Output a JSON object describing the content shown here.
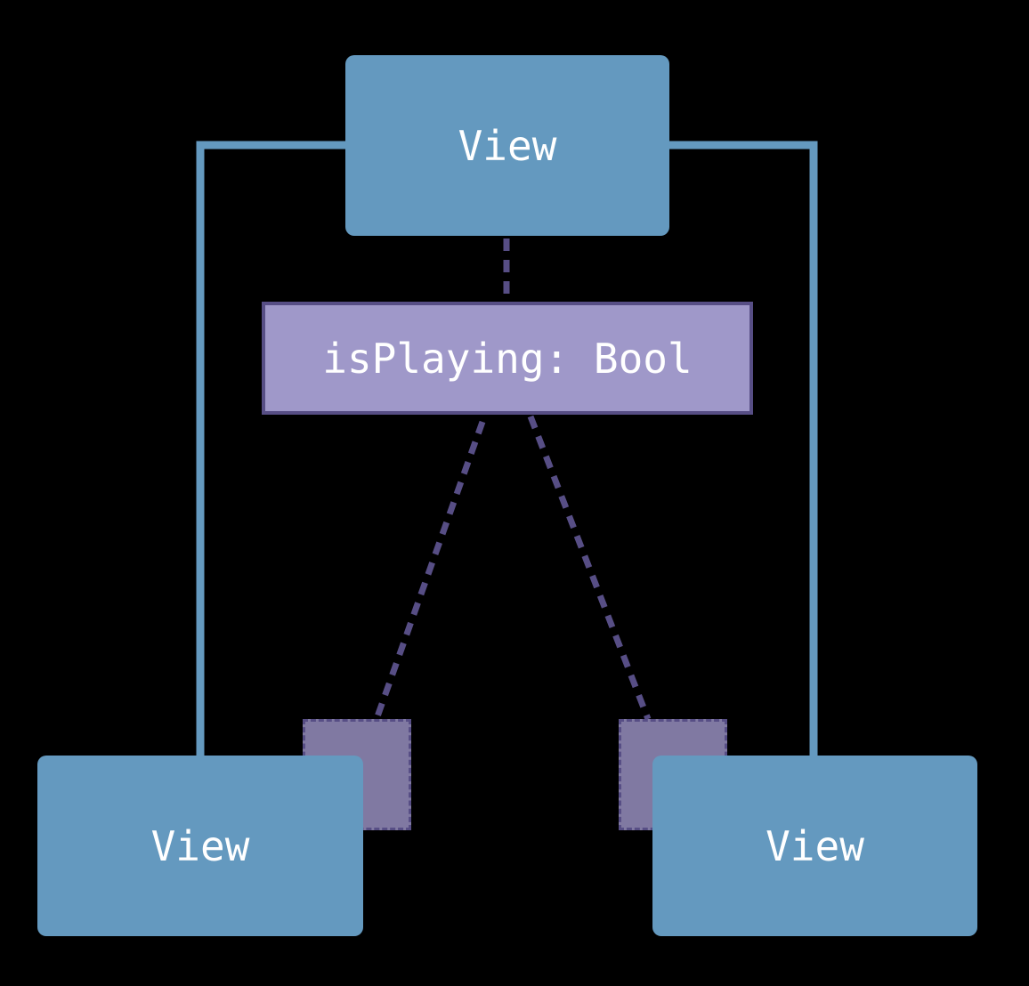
{
  "diagram": {
    "parent_view": {
      "label": "View"
    },
    "state": {
      "label": "isPlaying: Bool"
    },
    "left_child_view": {
      "label": "View"
    },
    "right_child_view": {
      "label": "View"
    }
  },
  "colors": {
    "background": "#000000",
    "view_fill": "#6499bf",
    "hierarchy_line": "#6499bf",
    "state_fill": "#9f98c9",
    "state_border": "#574e85",
    "binding_fill": "#8079a2",
    "dependency_line": "#574e85",
    "text": "#ffffff"
  }
}
